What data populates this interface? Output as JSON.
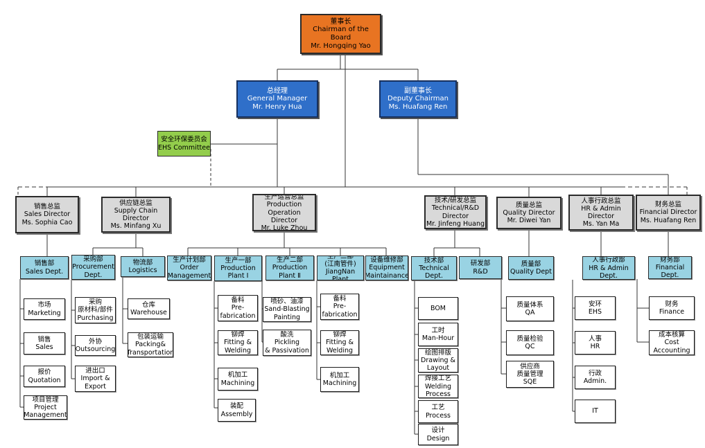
{
  "chart": {
    "chairman": "董事长\nChairman of the Board\nMr. Hongqing Yao",
    "general_manager": "总经理\nGeneral Manager\nMr. Henry Hua",
    "deputy_chairman": "副董事长\nDeputy Chairman\nMs. Huafang Ren",
    "ehs_committee": "安全环保委员会\nEHS Committee",
    "directors": {
      "sales": "销售总监\nSales Director\nMs. Sophia Cao",
      "supply_chain": "供应链总监\nSupply Chain\nDirector\nMs. Minfang Xu",
      "operation": "生产运营总监\nProduction\nOperation Director\nMr. Luke Zhou",
      "technical": "技术/研发总监\nTechnical/R&D\nDirector\nMr. Jinfeng Huang",
      "quality": "质量总监\nQuality Director\nMr. Diwei Yan",
      "hr": "人事行政总监\nHR & Admin\nDirector\nMs. Yan Ma",
      "finance": "财务总监\nFinancial Director\nMs. Huafang Ren"
    },
    "departments": {
      "sales": "销售部\nSales Dept.",
      "procurement": "采购部\nProcurement\nDept.",
      "logistics": "物流部\nLogistics",
      "order_mgmt": "生产计划部\nOrder\nManagement",
      "plant1": "生产一部\nProduction\nPlant Ⅰ",
      "plant2": "生产二部\nProduction\nPlant Ⅱ",
      "plant3": "生产三部\n(江南管件)\nJiangNan Plant",
      "equipment": "设备维修部\nEquipment\nMaintainance",
      "technical": "技术部\nTechnical\nDept.",
      "rnd": "研发部\nR&D",
      "quality": "质量部\nQuality Dept",
      "hr": "人事行政部\nHR & Admin\nDept.",
      "finance": "财务部\nFinancial\nDept."
    },
    "units": {
      "marketing": "市场\nMarketing",
      "sales": "销售\nSales",
      "quotation": "报价\nQuotation",
      "project": "项目管理\nProject\nManagement",
      "purchasing": "采购\n原材料/部件\nPurchasing",
      "outsourcing": "外协\nOutsourcing",
      "import_export": "进出口\nImport &\nExport",
      "warehouse": "仓库\nWarehouse",
      "packing": "包装运输\nPacking&\nTransportation",
      "p1_prefab": "备料\nPre-\nfabrication",
      "p1_fitting": "铆焊\nFitting &\nWelding",
      "p1_machining": "机加工\nMachining",
      "p1_assembly": "装配\nAssembly",
      "p2_sandblasting": "喷砂、油漆\nSand-Blasting\nPainting",
      "p2_pickling": "酸洗\nPickling\n& Passivation",
      "p3_prefab": "备料\nPre-\nfabrication",
      "p3_fitting": "铆焊\nFitting &\nWelding",
      "p3_machining": "机加工\nMachining",
      "bom": "BOM",
      "manhour": "工时\nMan-Hour",
      "drawing": "绘图排版\nDrawing &\nLayout",
      "welding_process": "焊接工艺\nWelding\nProcess",
      "process": "工艺\nProcess",
      "design": "设计\nDesign",
      "qa": "质量体系\nQA",
      "qc": "质量检验\nQC",
      "sqe": "供应商\n质量管理\nSQE",
      "ehs": "安环\nEHS",
      "hr": "人事\nHR",
      "admin": "行政\nAdmin.",
      "it": "IT",
      "finance": "财务\nFinance",
      "cost_accounting": "成本核算\nCost\nAccounting"
    }
  }
}
